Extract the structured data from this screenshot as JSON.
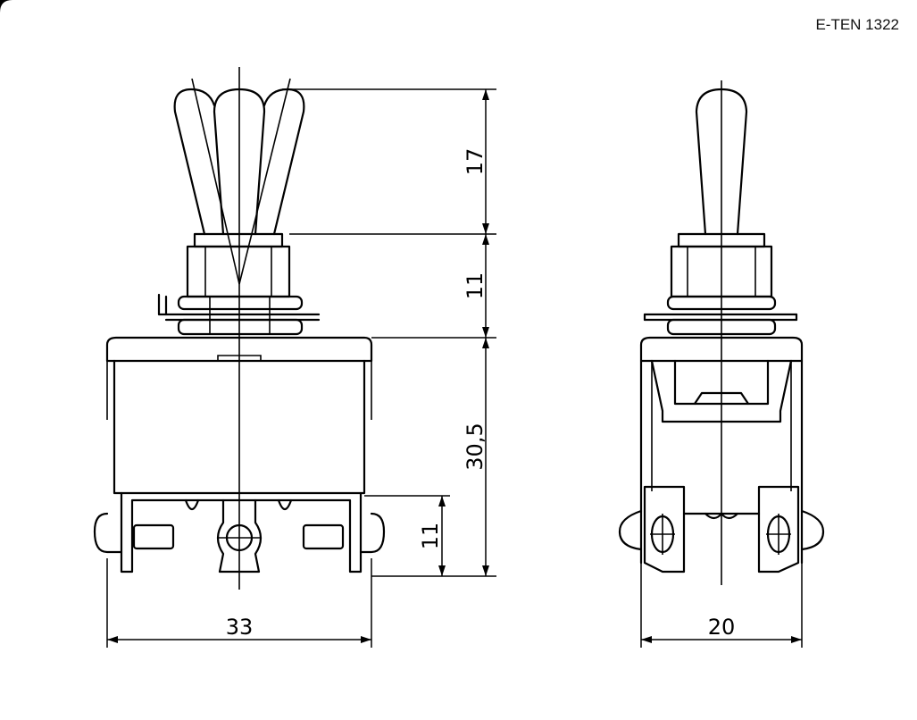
{
  "model": "E-TEN 1322",
  "dimensions": {
    "lever_height": "17",
    "bushing_height": "11",
    "body_height": "30,5",
    "terminal_height": "11",
    "body_width": "33",
    "side_width": "20"
  },
  "colors": {
    "background": "#ffffff",
    "line": "#000000",
    "frame": "#000000"
  }
}
